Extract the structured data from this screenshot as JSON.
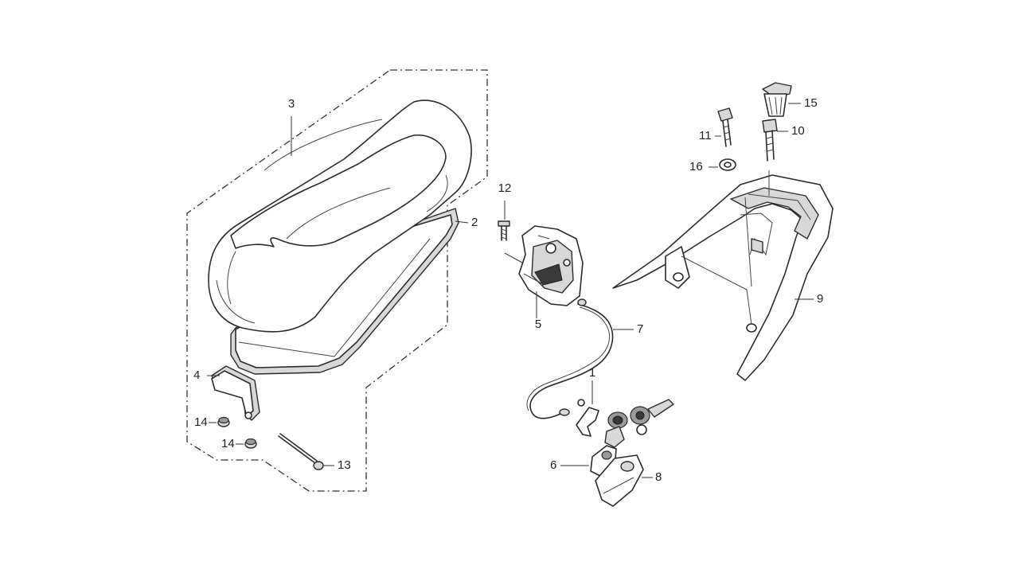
{
  "callouts": {
    "p1": "1",
    "p2": "2",
    "p3": "3",
    "p4": "4",
    "p5": "5",
    "p6": "6",
    "p7": "7",
    "p8": "8",
    "p9": "9",
    "p10": "10",
    "p11": "11",
    "p12": "12",
    "p13": "13",
    "p14a": "14",
    "p14b": "14",
    "p15": "15",
    "p16": "16"
  }
}
